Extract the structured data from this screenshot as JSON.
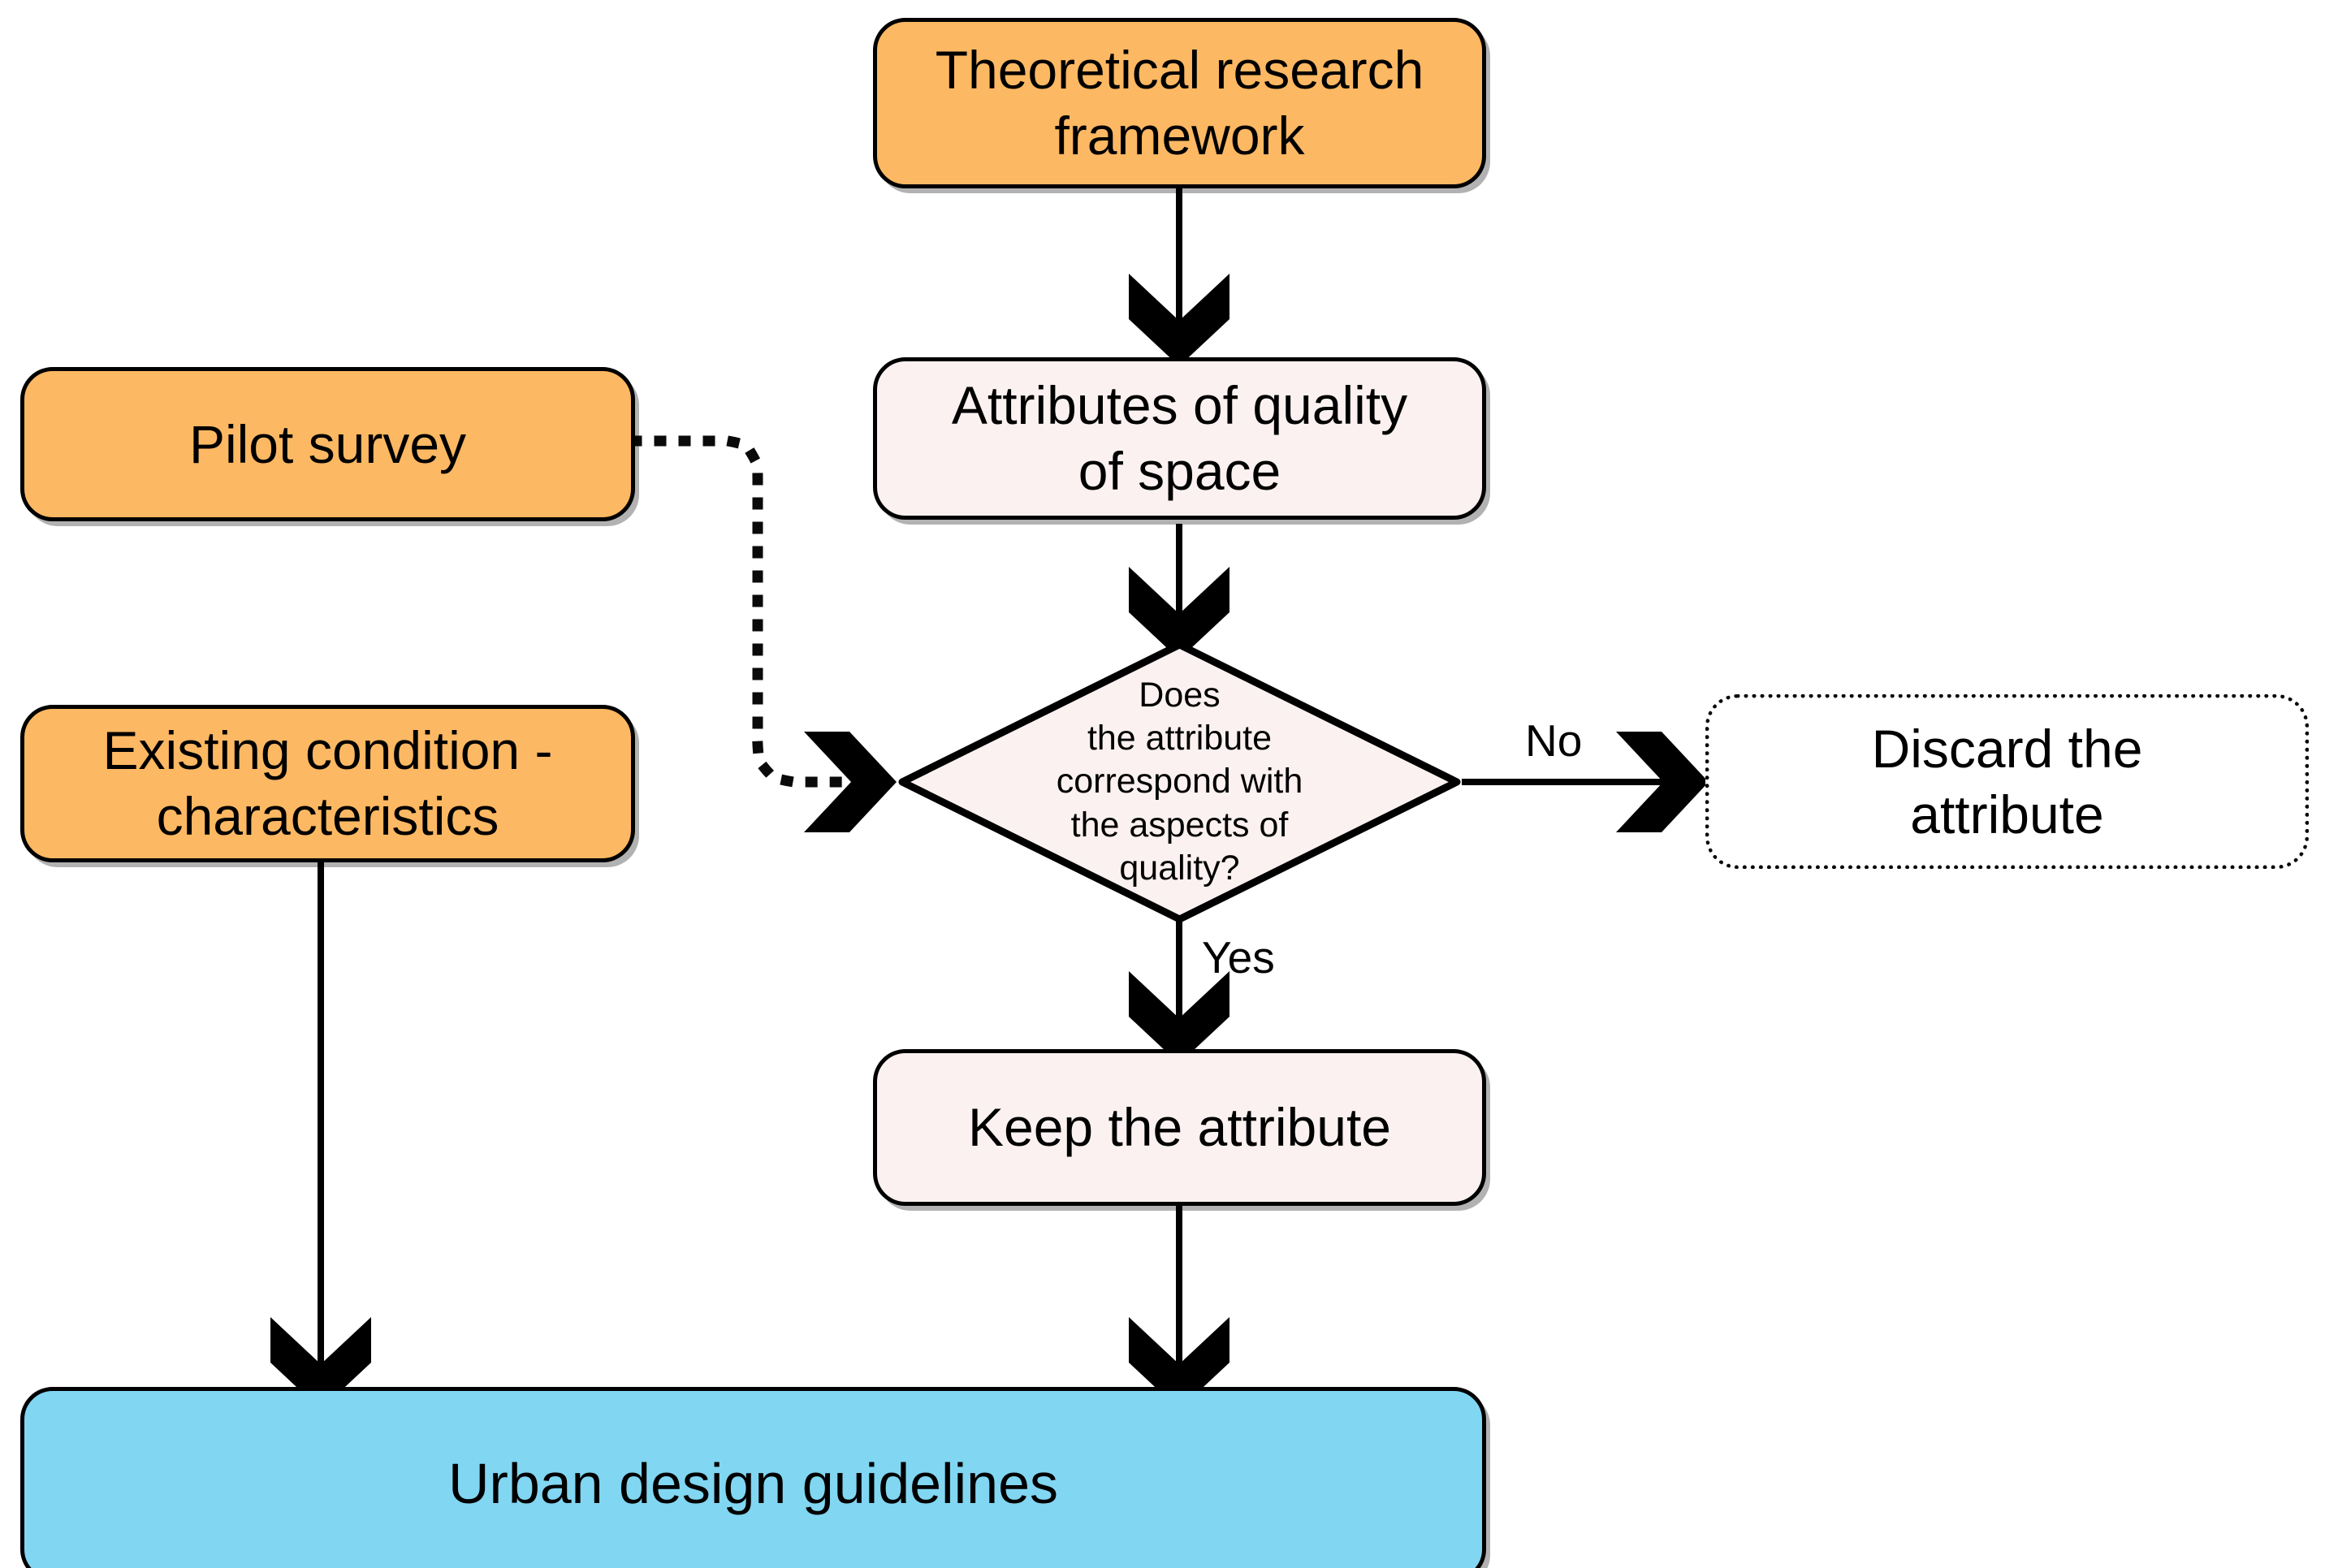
{
  "diagram": {
    "title": "Urban design guidelines research flowchart",
    "background_color": "#ffffff",
    "colors": {
      "orange_fill": "#fdb863",
      "cream_fill": "#faf1f0",
      "blue_fill": "#81d6f2",
      "white_fill": "#ffffff",
      "stroke": "#000000"
    }
  },
  "nodes": {
    "theoretical_research_framework": {
      "label": "Theoretical research\nframework",
      "shape": "rounded-rectangle",
      "fill": "#fdb863",
      "border": "solid"
    },
    "pilot_survey": {
      "label": "Pilot survey",
      "shape": "rounded-rectangle",
      "fill": "#fdb863",
      "border": "solid"
    },
    "existing_condition": {
      "label": "Existing condition -\ncharacteristics",
      "shape": "rounded-rectangle",
      "fill": "#fdb863",
      "border": "solid"
    },
    "attributes_of_quality": {
      "label": "Attributes of quality\nof space",
      "shape": "rounded-rectangle",
      "fill": "#faf1f0",
      "border": "solid"
    },
    "decision": {
      "label": "Does\nthe attribute\ncorrespond with\nthe aspects of\nquality?",
      "shape": "diamond",
      "fill": "#faf1f0",
      "border": "solid"
    },
    "discard_the_attribute": {
      "label": "Discard the\nattribute",
      "shape": "rounded-rectangle",
      "fill": "#ffffff",
      "border": "dotted"
    },
    "keep_the_attribute": {
      "label": "Keep the attribute",
      "shape": "rounded-rectangle",
      "fill": "#faf1f0",
      "border": "solid"
    },
    "urban_design_guidelines": {
      "label": "Urban design guidelines",
      "shape": "rounded-rectangle",
      "fill": "#81d6f2",
      "border": "solid"
    }
  },
  "edges": [
    {
      "id": "framework-to-attributes",
      "from": "theoretical_research_framework",
      "to": "attributes_of_quality",
      "style": "solid",
      "label": ""
    },
    {
      "id": "attributes-to-decision",
      "from": "attributes_of_quality",
      "to": "decision",
      "style": "solid",
      "label": ""
    },
    {
      "id": "pilot-to-decision",
      "from": "pilot_survey",
      "to": "decision",
      "style": "dotted",
      "label": ""
    },
    {
      "id": "decision-to-discard",
      "from": "decision",
      "to": "discard_the_attribute",
      "style": "solid",
      "label": "No"
    },
    {
      "id": "decision-to-keep",
      "from": "decision",
      "to": "keep_the_attribute",
      "style": "solid",
      "label": "Yes"
    },
    {
      "id": "keep-to-guidelines",
      "from": "keep_the_attribute",
      "to": "urban_design_guidelines",
      "style": "solid",
      "label": ""
    },
    {
      "id": "existing-to-guidelines",
      "from": "existing_condition",
      "to": "urban_design_guidelines",
      "style": "solid",
      "label": ""
    }
  ],
  "edge_labels": {
    "no": "No",
    "yes": "Yes"
  }
}
